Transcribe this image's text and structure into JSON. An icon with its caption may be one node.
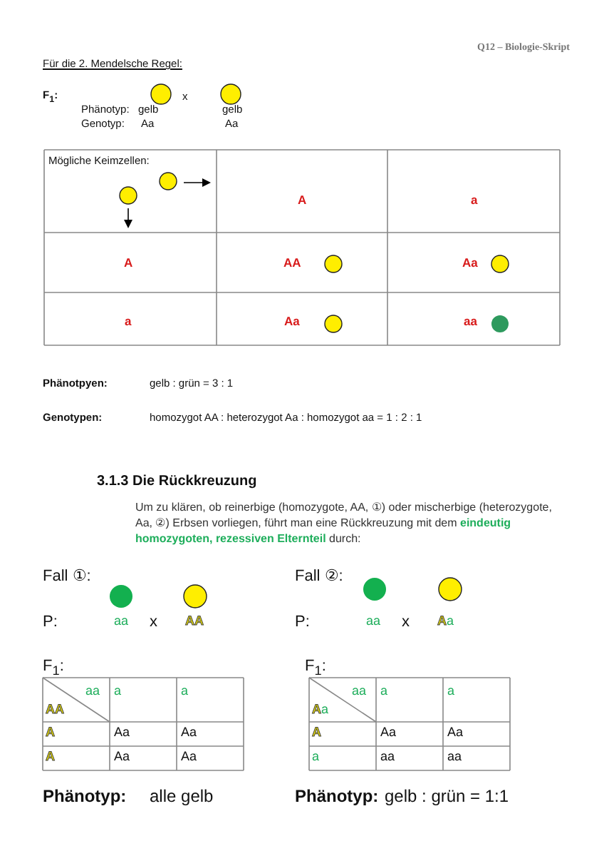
{
  "diagram": {
    "labels": [
      "Q12 – Biologie-Skript",
      "Für die 2. Mendelsche Regel:",
      "F$_{1}$:",
      "x",
      "Phänotyp:",
      "gelb",
      "gelb",
      "Genotyp:",
      "Aa",
      "Aa",
      "Mögliche Keimzellen:",
      "A",
      "a",
      "A",
      "AA",
      "Aa",
      "a",
      "Aa",
      "aa",
      "Phänotpyen:",
      "gelb : grün = 3 : 1",
      "Genotypen:",
      "homozygot AA : heterozygot Aa : homozygot aa = 1 : 2 : 1",
      "3.1.3 Die Rückkreuzung",
      "Um zu klären, ob reinerbige (homozygote, AA, ①) oder mischerbige (heterozygote, Aa, ②) Erbsen vorliegen, führt man eine Rückkreuzung mit dem **eindeutig homozygoten, rezessiven Elternteil** durch:",
      "Fall ①:",
      "P:",
      "aa",
      "x",
      "AA",
      "F$_{1}$:",
      "aa",
      "AA",
      "a",
      "a",
      "A",
      "Aa",
      "Aa",
      "A",
      "Aa",
      "Aa",
      "Phänotyp:",
      "alle gelb",
      "Fall ②:",
      "P:",
      "aa",
      "x",
      "Aa",
      "F$_{1}$:",
      "aa",
      "Aa",
      "a",
      "a",
      "A",
      "Aa",
      "Aa",
      "a",
      "aa",
      "aa",
      "Phänotyp:",
      "gelb : grün = 1:1"
    ]
  }
}
